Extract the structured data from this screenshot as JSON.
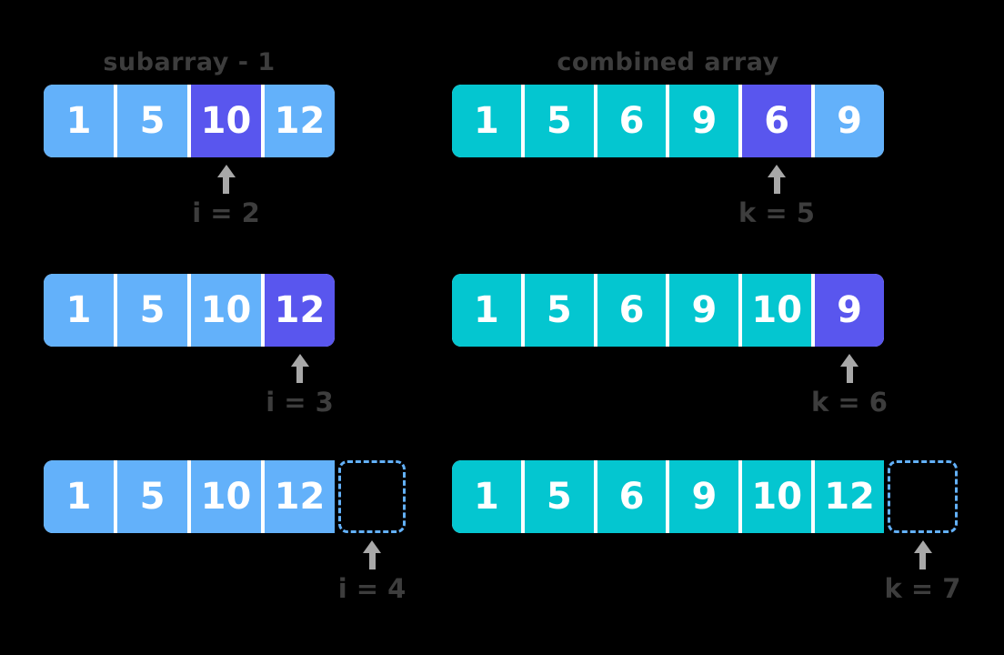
{
  "colors": {
    "background": "#000000",
    "blue": "#63B1FA",
    "teal": "#04C6D0",
    "indigo": "#5956EE",
    "text_dark": "#3D3D3D",
    "arrow": "#A8A8A8",
    "separator": "#FFFFFF",
    "cell_text": "#FFFFFF",
    "dashed_border": "#63B1FA"
  },
  "icons": {
    "pointer_arrow": "up-arrow-icon"
  },
  "columns": [
    {
      "title": "subarray - 1",
      "rows": [
        {
          "cells": [
            {
              "value": "1",
              "color": "blue"
            },
            {
              "value": "5",
              "color": "blue"
            },
            {
              "value": "10",
              "color": "indigo"
            },
            {
              "value": "12",
              "color": "blue"
            }
          ],
          "trailing_dashed_cell": false,
          "pointer": {
            "target_index": 2,
            "label": "i = 2"
          }
        },
        {
          "cells": [
            {
              "value": "1",
              "color": "blue"
            },
            {
              "value": "5",
              "color": "blue"
            },
            {
              "value": "10",
              "color": "blue"
            },
            {
              "value": "12",
              "color": "indigo"
            }
          ],
          "trailing_dashed_cell": false,
          "pointer": {
            "target_index": 3,
            "label": "i = 3"
          }
        },
        {
          "cells": [
            {
              "value": "1",
              "color": "blue"
            },
            {
              "value": "5",
              "color": "blue"
            },
            {
              "value": "10",
              "color": "blue"
            },
            {
              "value": "12",
              "color": "blue"
            }
          ],
          "trailing_dashed_cell": true,
          "pointer": {
            "target_index": 4,
            "label": "i = 4"
          }
        }
      ]
    },
    {
      "title": "combined array",
      "rows": [
        {
          "cells": [
            {
              "value": "1",
              "color": "teal"
            },
            {
              "value": "5",
              "color": "teal"
            },
            {
              "value": "6",
              "color": "teal"
            },
            {
              "value": "9",
              "color": "teal"
            },
            {
              "value": "6",
              "color": "indigo"
            },
            {
              "value": "9",
              "color": "blue"
            }
          ],
          "trailing_dashed_cell": false,
          "pointer": {
            "target_index": 4,
            "label": "k = 5"
          }
        },
        {
          "cells": [
            {
              "value": "1",
              "color": "teal"
            },
            {
              "value": "5",
              "color": "teal"
            },
            {
              "value": "6",
              "color": "teal"
            },
            {
              "value": "9",
              "color": "teal"
            },
            {
              "value": "10",
              "color": "teal"
            },
            {
              "value": "9",
              "color": "indigo"
            }
          ],
          "trailing_dashed_cell": false,
          "pointer": {
            "target_index": 5,
            "label": "k = 6"
          }
        },
        {
          "cells": [
            {
              "value": "1",
              "color": "teal"
            },
            {
              "value": "5",
              "color": "teal"
            },
            {
              "value": "6",
              "color": "teal"
            },
            {
              "value": "9",
              "color": "teal"
            },
            {
              "value": "10",
              "color": "teal"
            },
            {
              "value": "12",
              "color": "teal"
            }
          ],
          "trailing_dashed_cell": true,
          "pointer": {
            "target_index": 6,
            "label": "k = 7"
          }
        }
      ]
    }
  ]
}
